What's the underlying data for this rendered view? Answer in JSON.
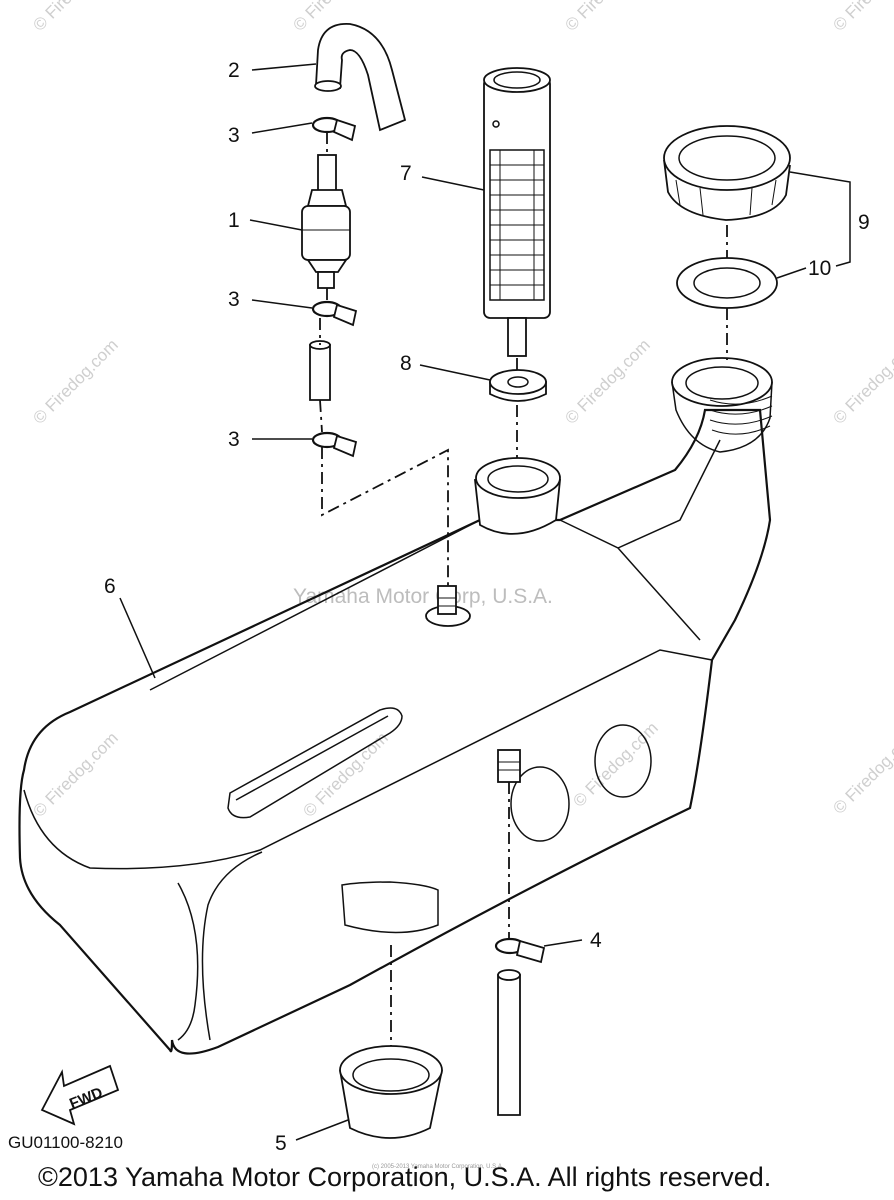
{
  "watermarks": {
    "site": "© Firedog.com",
    "center": "Yamaha Motor Corp, U.S.A."
  },
  "callouts": [
    {
      "id": "callout-2",
      "label": "2"
    },
    {
      "id": "callout-3a",
      "label": "3"
    },
    {
      "id": "callout-1",
      "label": "1"
    },
    {
      "id": "callout-3b",
      "label": "3"
    },
    {
      "id": "callout-3c",
      "label": "3"
    },
    {
      "id": "callout-7",
      "label": "7"
    },
    {
      "id": "callout-8",
      "label": "8"
    },
    {
      "id": "callout-9",
      "label": "9"
    },
    {
      "id": "callout-10",
      "label": "10"
    },
    {
      "id": "callout-6",
      "label": "6"
    },
    {
      "id": "callout-4",
      "label": "4"
    },
    {
      "id": "callout-5",
      "label": "5"
    }
  ],
  "fwd_label": "FWD",
  "diagram_code": "GU01100-8210",
  "copyright": "©2013 Yamaha Motor Corporation, U.S.A. All rights reserved.",
  "small_print": "(c) 2005-2013 Yamaha Motor Corporation, U.S.A."
}
